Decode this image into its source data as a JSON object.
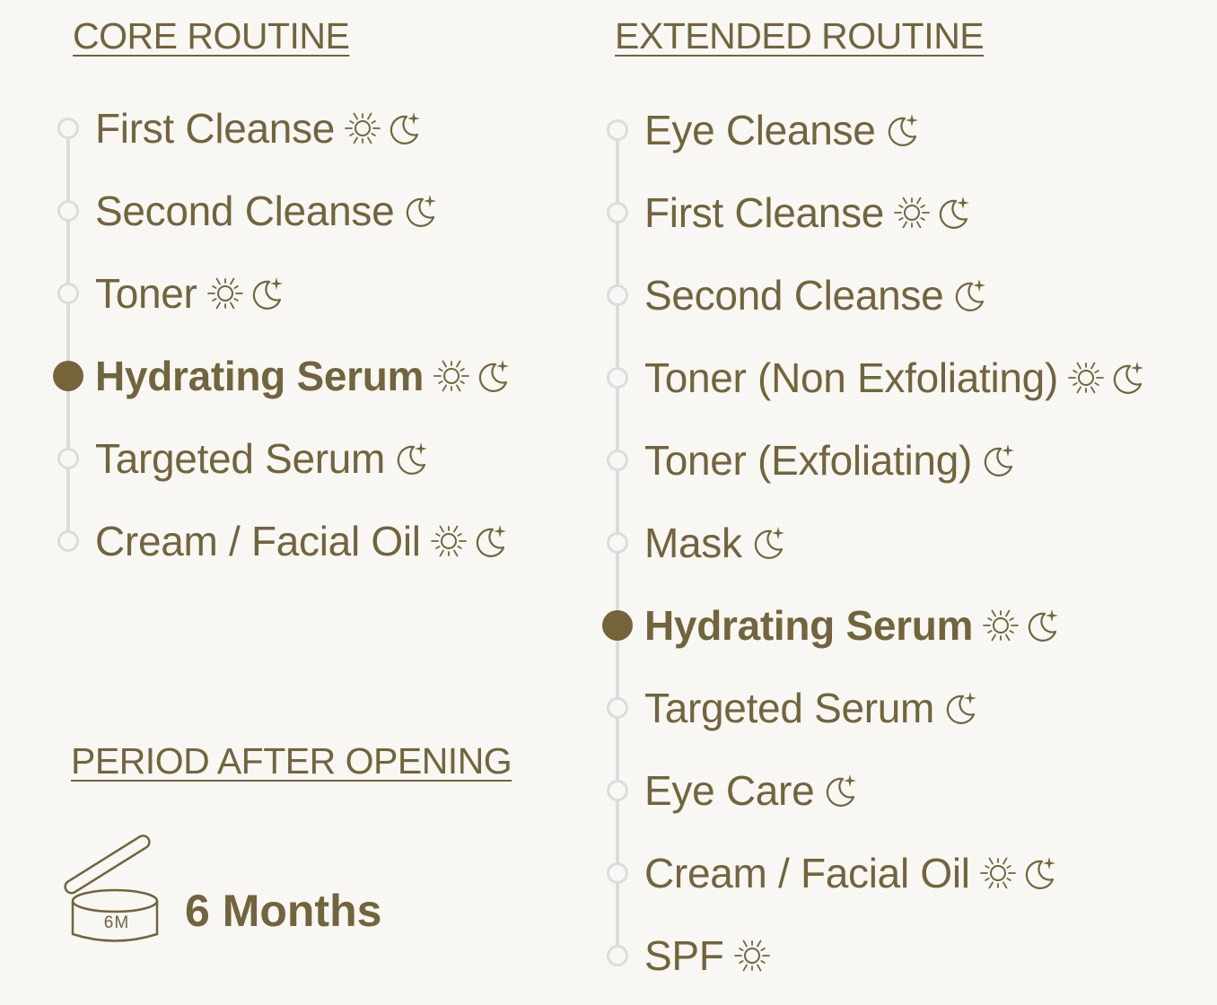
{
  "colors": {
    "background": "#f8f7f3",
    "accent": "#72643c",
    "active_dot": "#75633a",
    "rail": "#dcdcdc"
  },
  "core_routine": {
    "heading": "CORE ROUTINE",
    "steps": [
      {
        "label": "First Cleanse",
        "icons": [
          "sun-icon",
          "moon-icon"
        ],
        "active": false
      },
      {
        "label": "Second Cleanse",
        "icons": [
          "moon-icon"
        ],
        "active": false
      },
      {
        "label": "Toner",
        "icons": [
          "sun-icon",
          "moon-icon"
        ],
        "active": false
      },
      {
        "label": "Hydrating Serum",
        "icons": [
          "sun-icon",
          "moon-icon"
        ],
        "active": true
      },
      {
        "label": "Targeted Serum",
        "icons": [
          "moon-icon"
        ],
        "active": false
      },
      {
        "label": "Cream / Facial Oil",
        "icons": [
          "sun-icon",
          "moon-icon"
        ],
        "active": false
      }
    ]
  },
  "extended_routine": {
    "heading": "EXTENDED ROUTINE",
    "steps": [
      {
        "label": "Eye Cleanse",
        "icons": [
          "moon-icon"
        ],
        "active": false
      },
      {
        "label": "First Cleanse",
        "icons": [
          "sun-icon",
          "moon-icon"
        ],
        "active": false
      },
      {
        "label": "Second Cleanse",
        "icons": [
          "moon-icon"
        ],
        "active": false
      },
      {
        "label": "Toner (Non Exfoliating)",
        "icons": [
          "sun-icon",
          "moon-icon"
        ],
        "active": false
      },
      {
        "label": "Toner (Exfoliating)",
        "icons": [
          "moon-icon"
        ],
        "active": false
      },
      {
        "label": "Mask",
        "icons": [
          "moon-icon"
        ],
        "active": false
      },
      {
        "label": "Hydrating Serum",
        "icons": [
          "sun-icon",
          "moon-icon"
        ],
        "active": true
      },
      {
        "label": "Targeted Serum",
        "icons": [
          "moon-icon"
        ],
        "active": false
      },
      {
        "label": "Eye Care",
        "icons": [
          "moon-icon"
        ],
        "active": false
      },
      {
        "label": "Cream / Facial Oil",
        "icons": [
          "sun-icon",
          "moon-icon"
        ],
        "active": false
      },
      {
        "label": "SPF",
        "icons": [
          "sun-icon"
        ],
        "active": false
      }
    ]
  },
  "period_after_opening": {
    "heading": "PERIOD AFTER OPENING",
    "jar_label": "6M",
    "value": "6 Months"
  }
}
